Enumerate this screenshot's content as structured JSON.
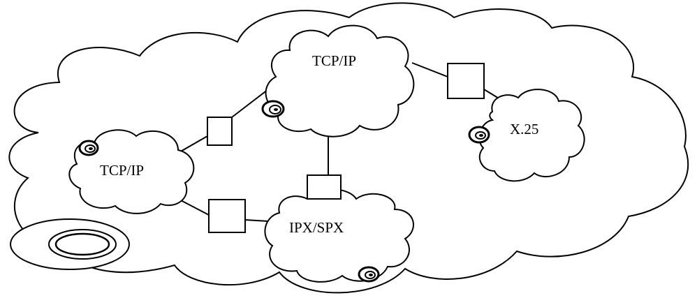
{
  "networks": {
    "tcpip_top": "TCP/IP",
    "tcpip_left": "TCP/IP",
    "x25": "X.25",
    "ipxspx": "IPX/SPX"
  }
}
